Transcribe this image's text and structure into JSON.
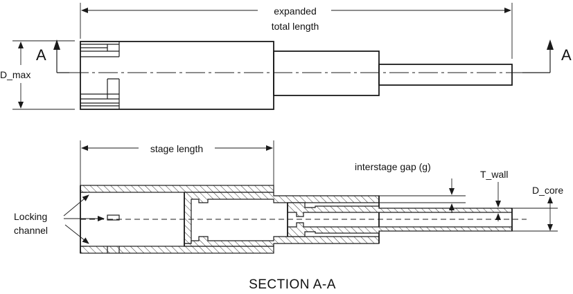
{
  "labels": {
    "expanded_total_length_line1": "expanded",
    "expanded_total_length_line2": "total length",
    "d_max": "D_max",
    "section_marker_left": "A",
    "section_marker_right": "A",
    "stage_length": "stage length",
    "interstage_gap": "interstage gap (g)",
    "t_wall": "T_wall",
    "d_core": "D_core",
    "locking_channel_line1": "Locking",
    "locking_channel_line2": "channel",
    "section_title": "SECTION A-A"
  },
  "colors": {
    "line": "#1a1a1a",
    "background": "#ffffff"
  }
}
